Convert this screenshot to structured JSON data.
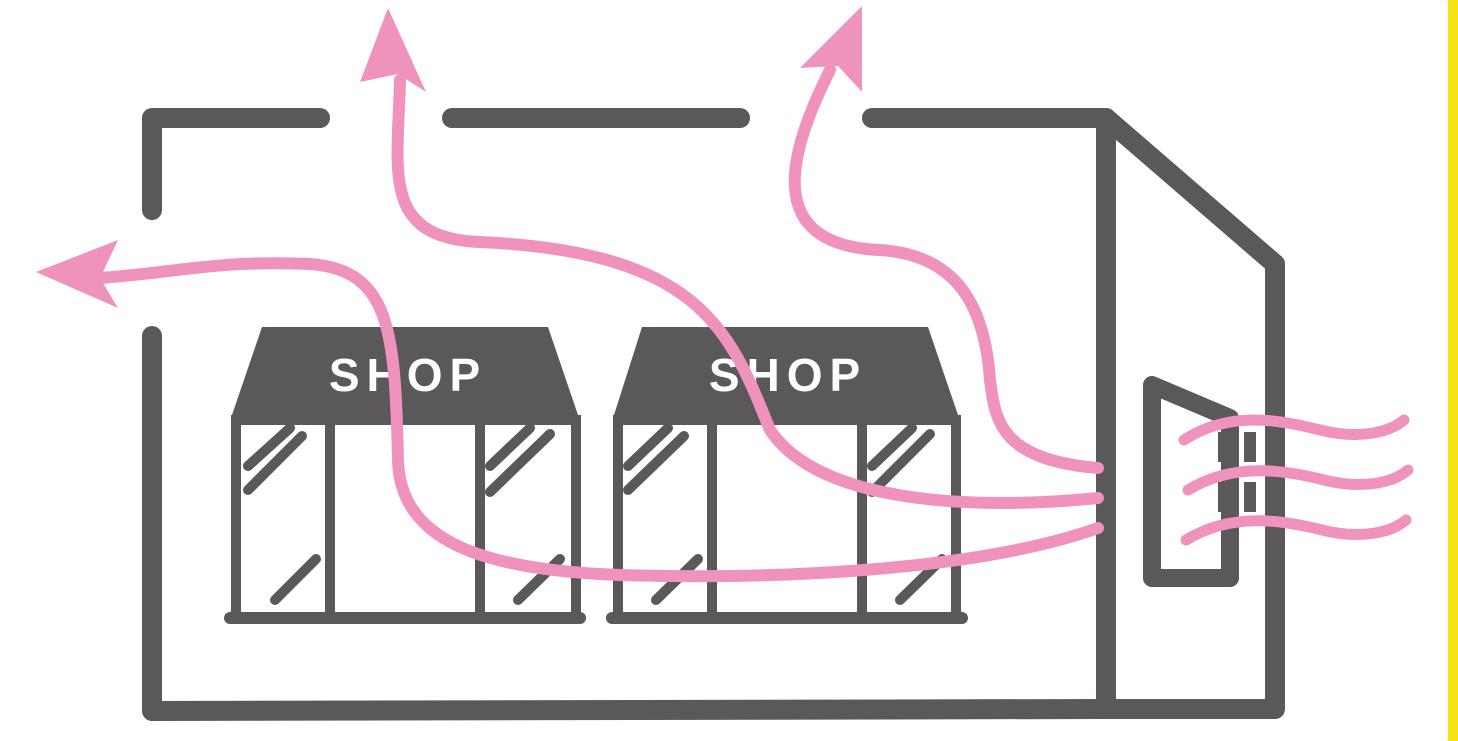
{
  "diagram": {
    "shops": [
      {
        "label": "SHOP"
      },
      {
        "label": "SHOP"
      }
    ],
    "colors": {
      "structure": "#5a5858",
      "airflow": "#f093bc",
      "accent_border": "#f5e316",
      "background": "#ffffff"
    },
    "icons": [
      "building-outline",
      "shop-front",
      "air-intake-vent",
      "airflow-arrow",
      "wind-lines"
    ]
  }
}
